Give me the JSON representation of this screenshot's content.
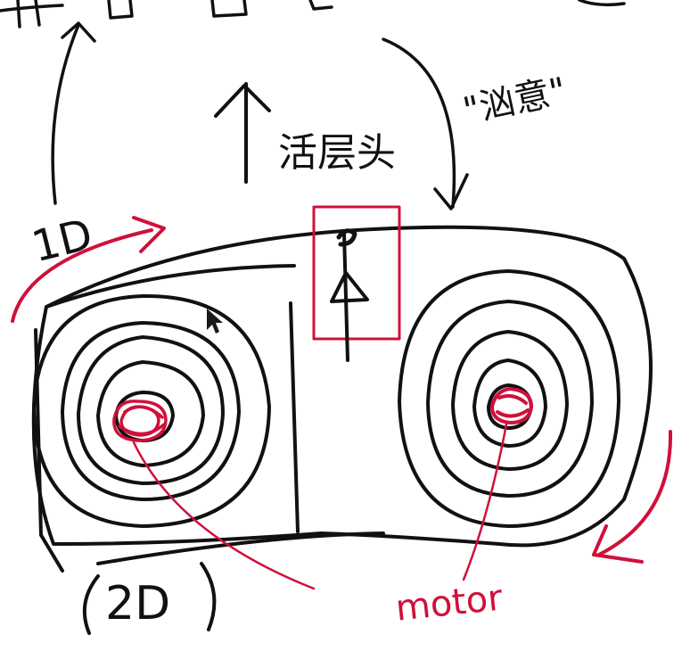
{
  "labels": {
    "one_d": "1D",
    "two_d": "2D",
    "motor": "motor",
    "head": "活层头",
    "quote": "\"汹意\""
  },
  "colors": {
    "ink": "#111111",
    "accent": "#d0103a",
    "background": "#ffffff",
    "cursor": "#1a1a1a"
  }
}
